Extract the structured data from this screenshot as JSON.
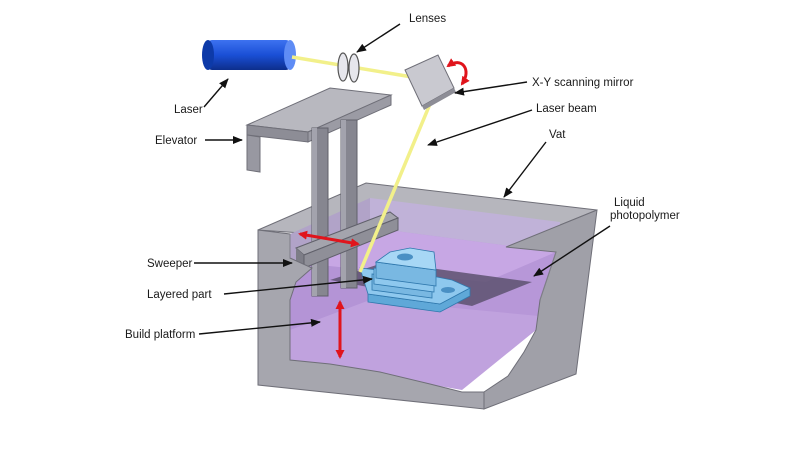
{
  "labels": {
    "lenses": "Lenses",
    "mirror": "X-Y scanning mirror",
    "laser_beam": "Laser beam",
    "vat": "Vat",
    "liquid_line1": "Liquid",
    "liquid_line2": "photopolymer",
    "laser": "Laser",
    "elevator": "Elevator",
    "sweeper": "Sweeper",
    "layered_part": "Layered part",
    "build_platform": "Build platform"
  },
  "colors": {
    "laser_body": "#1a4fd6",
    "beam": "#f2f08a",
    "metal": "#a6a6ae",
    "metal_dark": "#7f7f88",
    "photopolymer": "#b592d8",
    "part": "#8ec8ee",
    "motion_arrow": "#e0141c",
    "pointer": "#111111"
  }
}
